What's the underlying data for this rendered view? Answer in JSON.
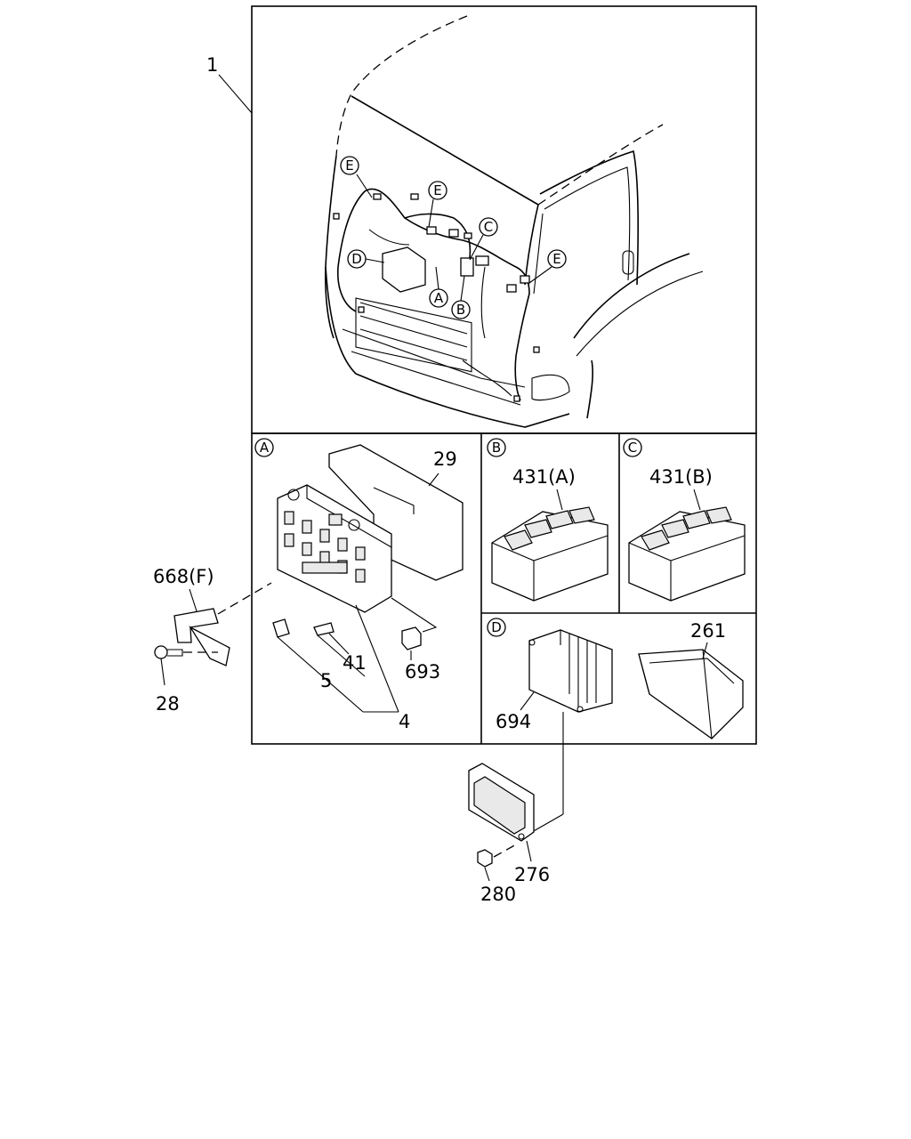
{
  "callouts": {
    "assembly": "1",
    "panel_a": "A",
    "panel_b": "B",
    "panel_c": "C",
    "panel_d": "D",
    "view_a": "A",
    "view_b": "B",
    "view_c": "C",
    "view_d": "D",
    "view_e1": "E",
    "view_e2": "E",
    "view_e3": "E"
  },
  "parts": {
    "p29": "29",
    "p668": "668(F)",
    "p28": "28",
    "p41": "41",
    "p5": "5",
    "p4": "4",
    "p693": "693",
    "p431a": "431(A)",
    "p431b": "431(B)",
    "p261": "261",
    "p694": "694",
    "p276": "276",
    "p280": "280"
  }
}
